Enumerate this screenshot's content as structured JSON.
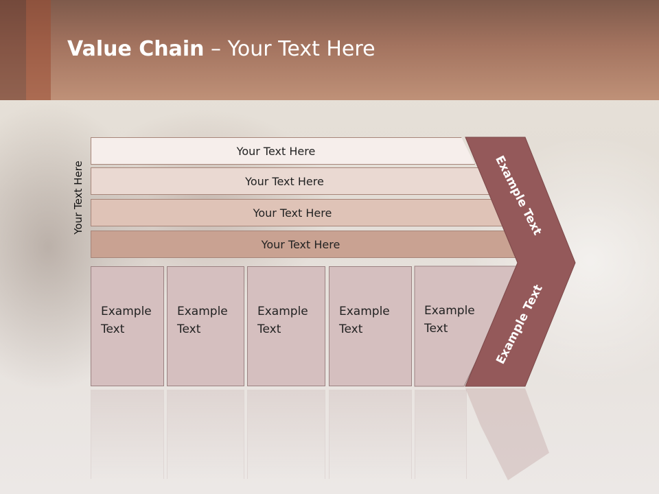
{
  "title": {
    "bold": "Value Chain",
    "rest": " – Your Text Here"
  },
  "side_label": "Your Text Here",
  "rows": [
    "Your Text Here",
    "Your Text Here",
    "Your Text Here",
    "Your Text Here"
  ],
  "boxes": [
    "Example\nText",
    "Example\nText",
    "Example\nText",
    "Example\nText",
    "Example\nText"
  ],
  "chevron": {
    "top_label": "Example Text",
    "bottom_label": "Example Text"
  },
  "colors": {
    "header": "#a3735f",
    "chevron": "#94595a",
    "box": "#d5bfbf"
  }
}
